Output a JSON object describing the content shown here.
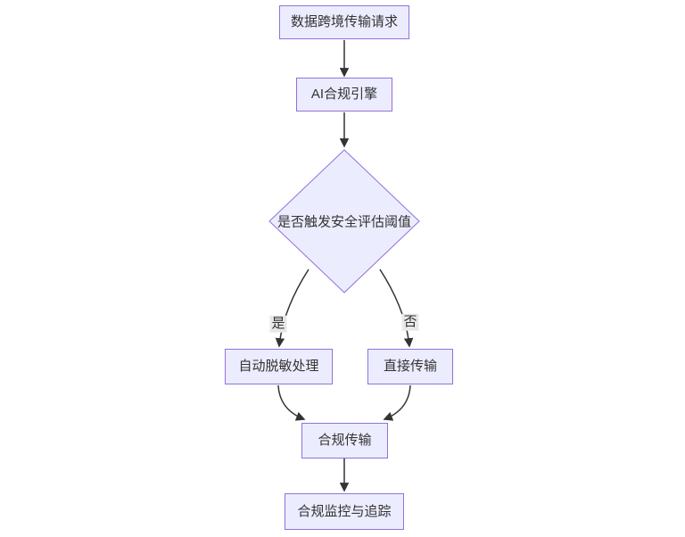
{
  "diagram": {
    "type": "flowchart",
    "direction": "top-down",
    "colors": {
      "background": "#ffffff",
      "node_fill": "#ECECFF",
      "node_border": "#9370DB",
      "edge": "#333333",
      "text": "#333333",
      "edge_label_bg": "#e8e8e8"
    },
    "nodes": {
      "request": {
        "label": "数据跨境传输请求",
        "shape": "rect"
      },
      "engine": {
        "label": "AI合规引擎",
        "shape": "rect"
      },
      "decision": {
        "label": "是否触发安全评估阈值",
        "shape": "diamond"
      },
      "desensitize": {
        "label": "自动脱敏处理",
        "shape": "rect"
      },
      "direct": {
        "label": "直接传输",
        "shape": "rect"
      },
      "transfer": {
        "label": "合规传输",
        "shape": "rect"
      },
      "monitor": {
        "label": "合规监控与追踪",
        "shape": "rect"
      }
    },
    "edges": [
      {
        "from": "request",
        "to": "engine",
        "label": ""
      },
      {
        "from": "engine",
        "to": "decision",
        "label": ""
      },
      {
        "from": "decision",
        "to": "desensitize",
        "label": "是"
      },
      {
        "from": "decision",
        "to": "direct",
        "label": "否"
      },
      {
        "from": "desensitize",
        "to": "transfer",
        "label": ""
      },
      {
        "from": "direct",
        "to": "transfer",
        "label": ""
      },
      {
        "from": "transfer",
        "to": "monitor",
        "label": ""
      }
    ]
  }
}
